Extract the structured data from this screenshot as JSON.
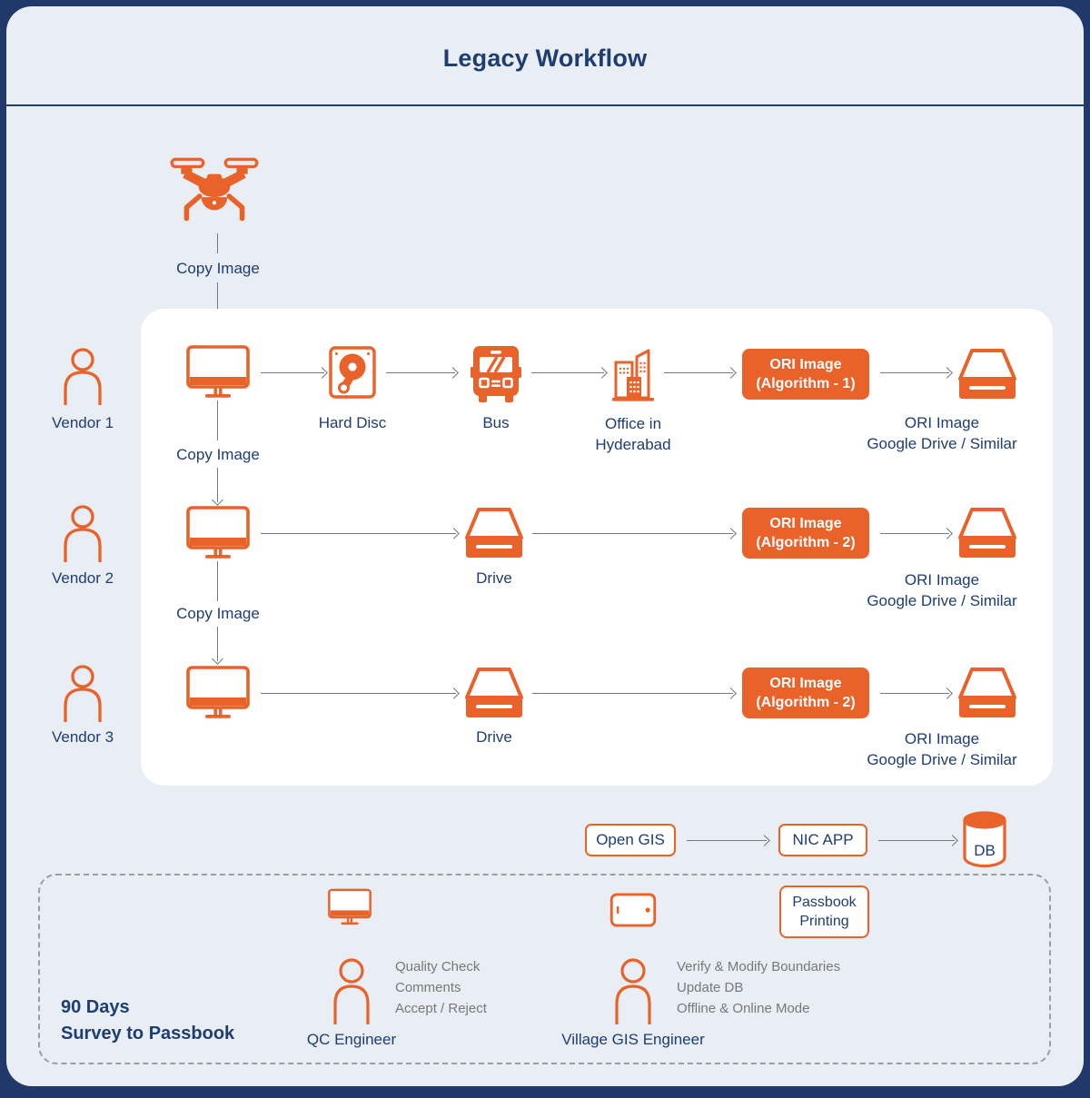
{
  "header": {
    "title": "Legacy Workflow"
  },
  "colors": {
    "accent_orange": "#e8622a",
    "navy": "#1e3d73",
    "background": "#e9edf4",
    "arrow_gray": "#77787b"
  },
  "drone_flow": {
    "copy_image": "Copy Image"
  },
  "row1": {
    "vendor": "Vendor 1",
    "copy_image_below": "Copy Image",
    "hard_disc": "Hard Disc",
    "bus": "Bus",
    "office_line1": "Office in",
    "office_line2": "Hyderabad",
    "ori_line1": "ORI Image",
    "ori_line2": "(Algorithm - 1)",
    "output_line1": "ORI Image",
    "output_line2": "Google Drive / Similar"
  },
  "row2": {
    "vendor": "Vendor 2",
    "copy_image_below": "Copy Image",
    "drive": "Drive",
    "ori_line1": "ORI Image",
    "ori_line2": "(Algorithm - 2)",
    "output_line1": "ORI Image",
    "output_line2": "Google Drive / Similar"
  },
  "row3": {
    "vendor": "Vendor 3",
    "drive": "Drive",
    "ori_line1": "ORI Image",
    "ori_line2": "(Algorithm - 2)",
    "output_line1": "ORI Image",
    "output_line2": "Google Drive / Similar"
  },
  "gis_flow": {
    "open_gis": "Open GIS",
    "nic_app": "NIC APP",
    "db": "DB"
  },
  "bottom": {
    "duration_line1": "90 Days",
    "duration_line2": "Survey to Passbook",
    "qc": {
      "title": "QC Engineer",
      "tasks": [
        "Quality Check",
        "Comments",
        "Accept / Reject"
      ]
    },
    "village": {
      "title": "Village GIS Engineer",
      "tasks": [
        "Verify & Modify Boundaries",
        "Update DB",
        "Offline & Online Mode"
      ]
    },
    "passbook_line1": "Passbook",
    "passbook_line2": "Printing"
  }
}
